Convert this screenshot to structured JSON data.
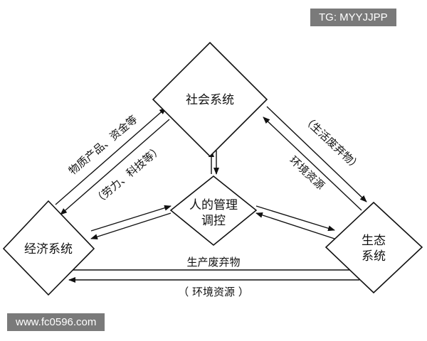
{
  "watermarks": {
    "top": "TG: MYYJJPP",
    "bottom": "www.fc0596.com"
  },
  "nodes": {
    "social": "社会系统",
    "economic": "经济系统",
    "ecological": [
      "生态",
      "系统"
    ],
    "human": [
      "人的管理",
      "调控"
    ]
  },
  "edges": {
    "econ_to_social": "物质产品、资金等",
    "social_to_econ": "（劳力、科技等）",
    "social_to_eco": "（生活废弃物）",
    "eco_to_social": "环境资源",
    "econ_to_eco": "生产废弃物",
    "eco_to_econ": "（ 环境资源 ）"
  },
  "colors": {
    "stroke": "#111111",
    "background": "#ffffff",
    "watermark_bg": "#7a7a7a"
  }
}
